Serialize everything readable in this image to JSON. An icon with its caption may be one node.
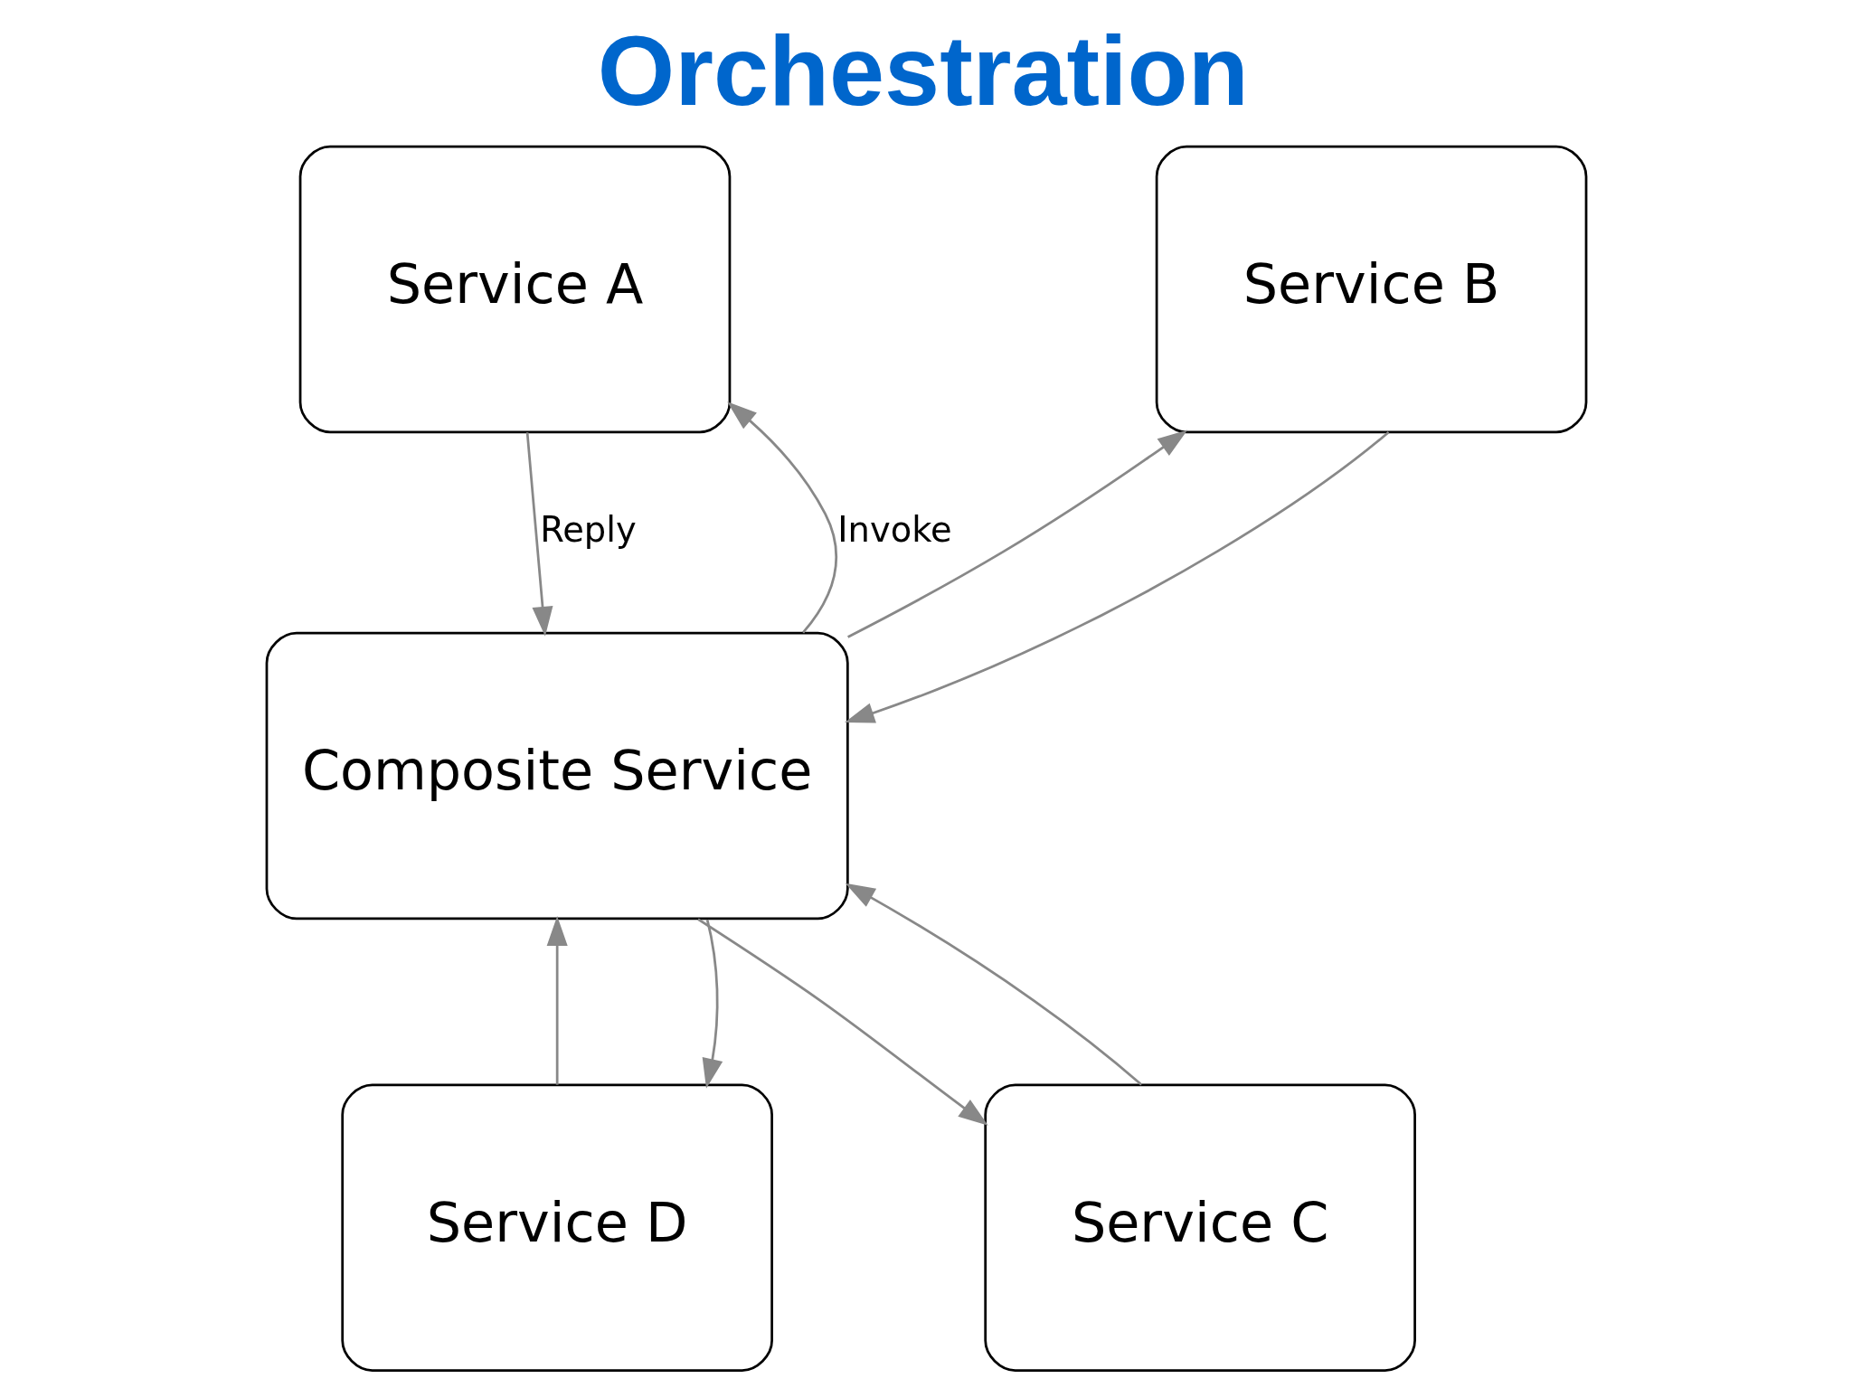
{
  "diagram": {
    "title": "Orchestration",
    "nodes": [
      {
        "text": [
          "Service A"
        ]
      },
      {
        "text": [
          "Service B"
        ]
      },
      {
        "text": [
          "Composite Service"
        ]
      },
      {
        "text": [
          "Service D"
        ]
      },
      {
        "text": [
          "Service C"
        ]
      }
    ],
    "edges": [
      {
        "from": 2,
        "to": 0,
        "arrow": "to",
        "label": "Invoke"
      },
      {
        "from": 0,
        "to": 2,
        "arrow": "to",
        "label": "Reply"
      },
      {
        "from": 2,
        "to": 1,
        "arrow": "to"
      },
      {
        "from": 1,
        "to": 2,
        "arrow": "to"
      },
      {
        "from": 2,
        "to": 4,
        "arrow": "to"
      },
      {
        "from": 4,
        "to": 2,
        "arrow": "to"
      },
      {
        "from": 3,
        "to": 2,
        "arrow": "to"
      },
      {
        "from": 2,
        "to": 3,
        "arrow": "to"
      }
    ]
  }
}
